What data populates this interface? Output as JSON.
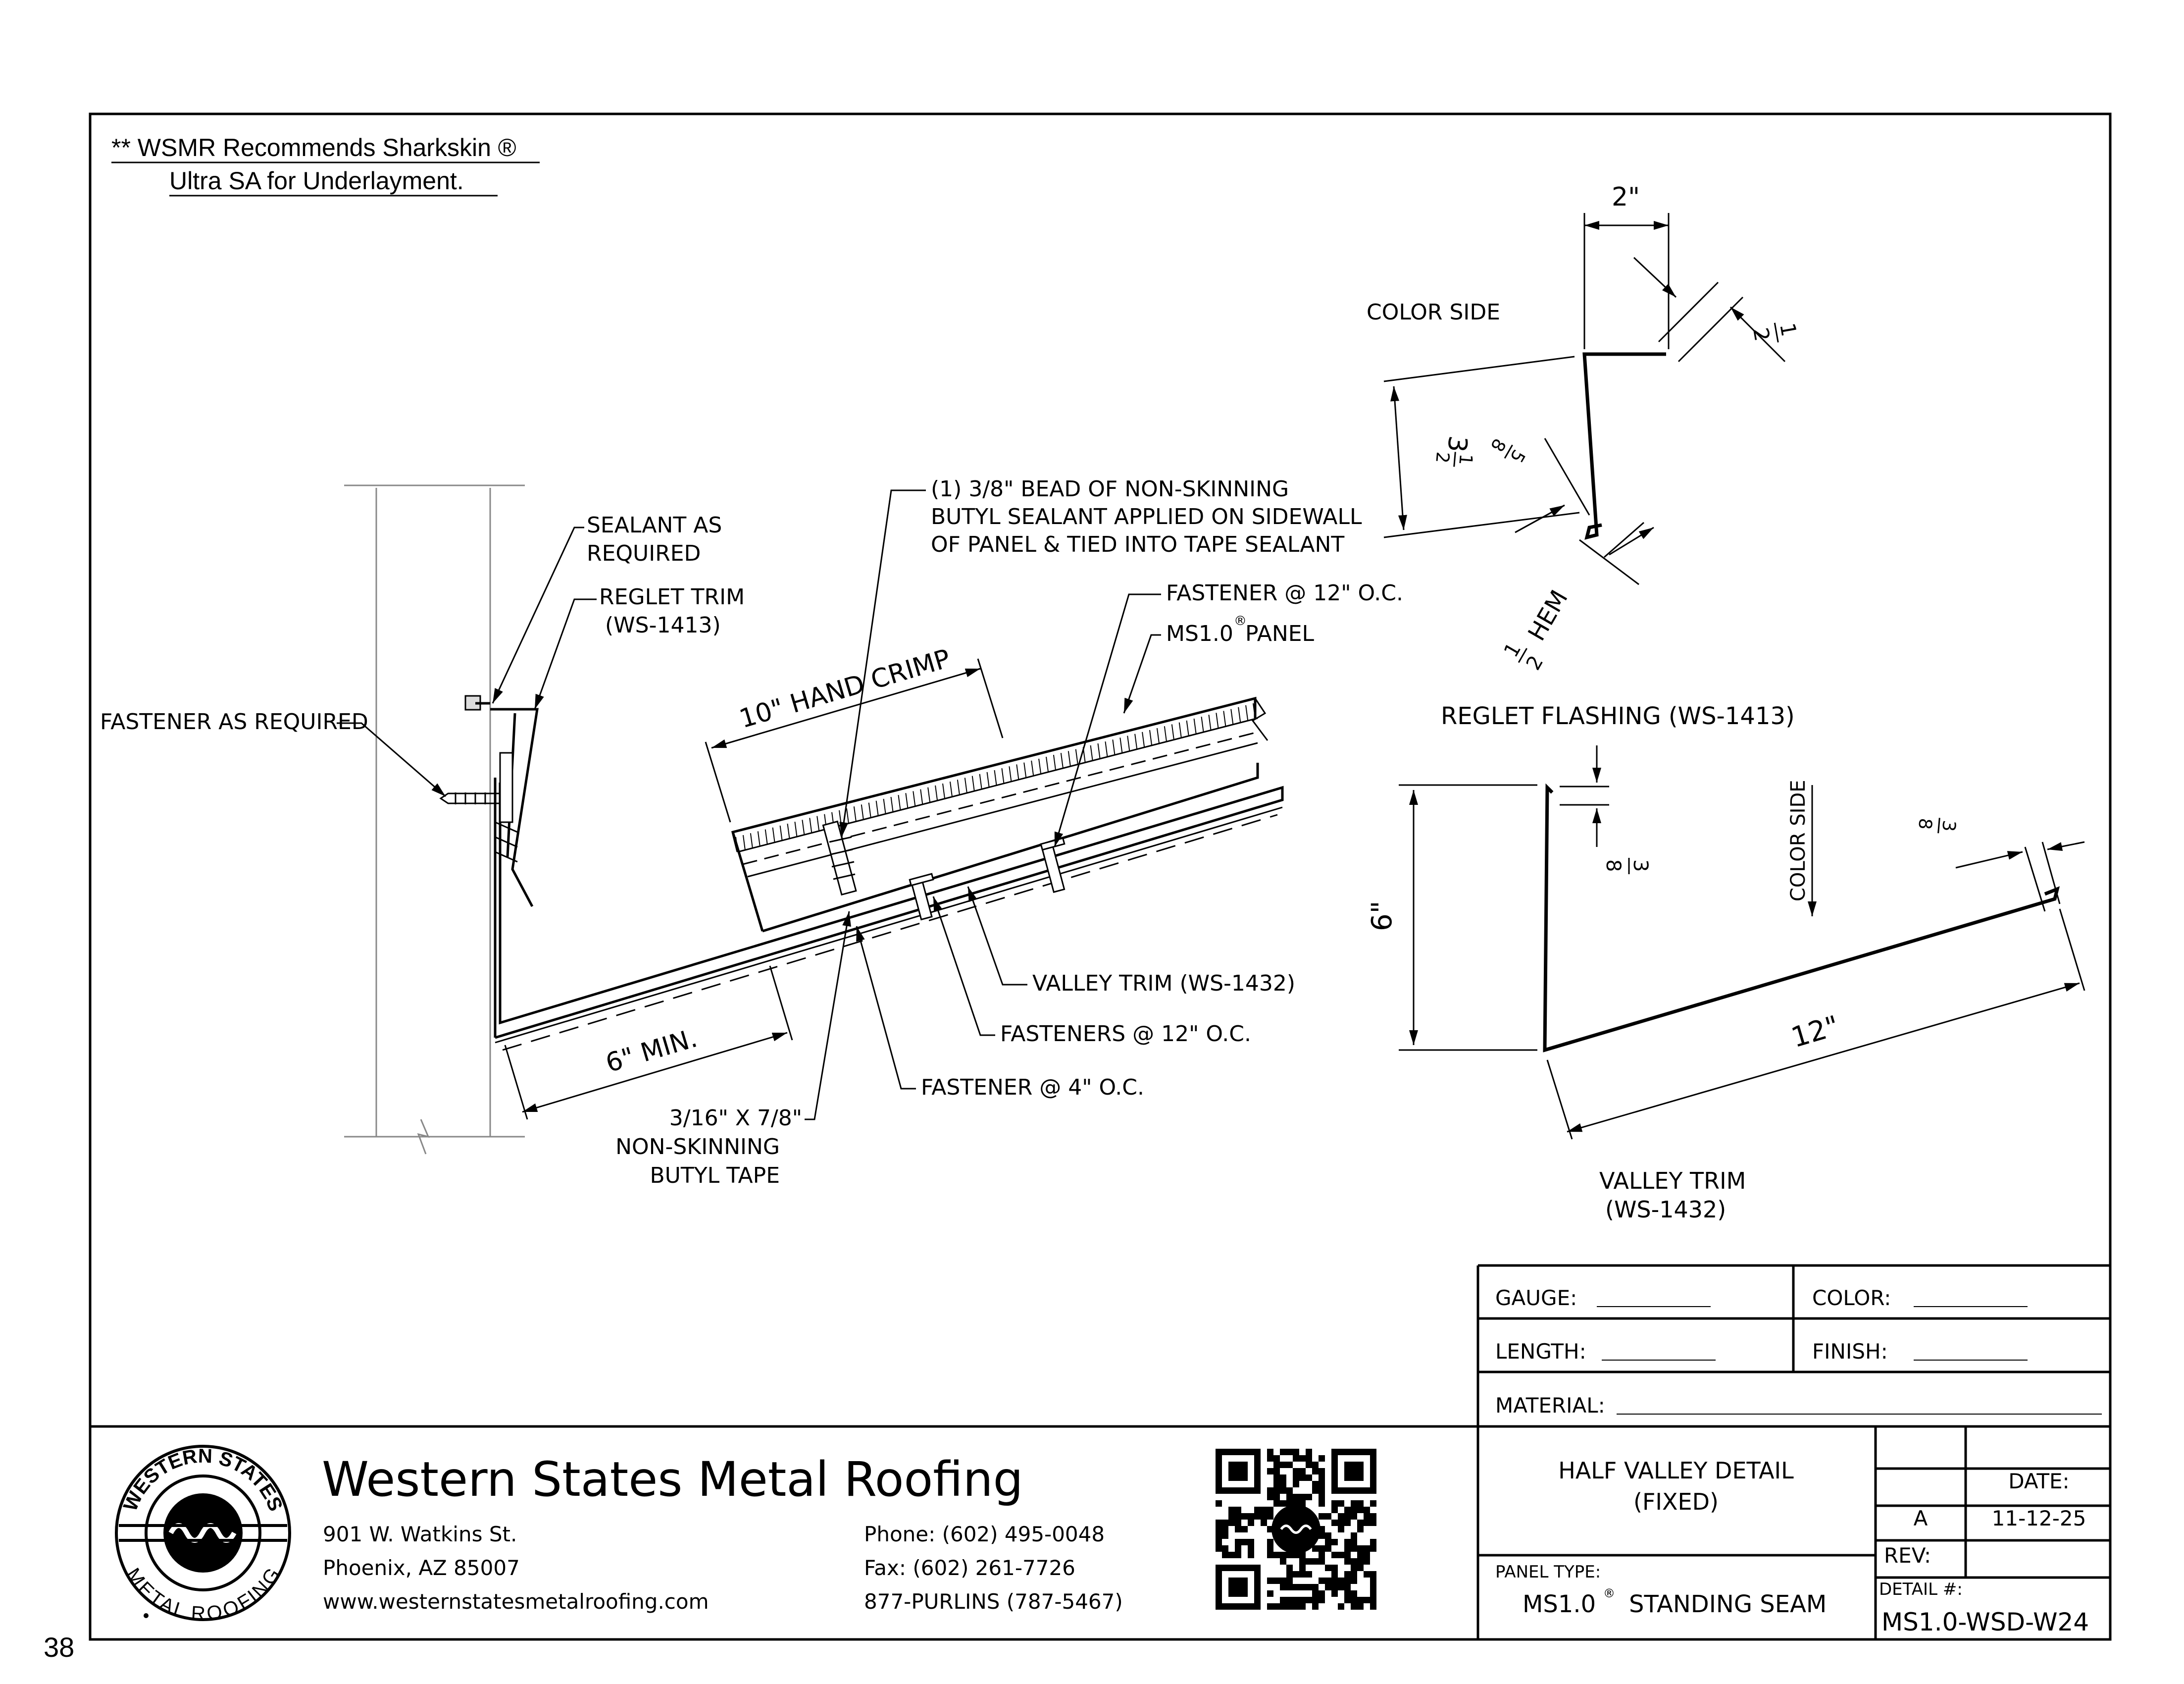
{
  "page_number": "38",
  "note": {
    "line1": "** WSMR Recommends Sharkskin ®",
    "line2": "Ultra SA for Underlayment."
  },
  "main_detail": {
    "labels": {
      "sealant_1": "SEALANT AS",
      "sealant_2": "REQUIRED",
      "reglet_1": "REGLET TRIM",
      "reglet_2": "(WS-1413)",
      "fastener_req": "FASTENER AS REQUIRED",
      "bead_1": "(1) 3/8\" BEAD OF NON-SKINNING",
      "bead_2": "BUTYL SEALANT APPLIED ON SIDEWALL",
      "bead_3": "OF PANEL & TIED INTO TAPE SEALANT",
      "fastener_12": "FASTENER @ 12\" O.C.",
      "panel": "MS1.0",
      "panel_reg": "®",
      "panel_suffix": "PANEL",
      "hand_crimp": "10\" HAND CRIMP",
      "six_min": "6\" MIN.",
      "valley_trim": "VALLEY TRIM (WS-1432)",
      "fasteners_12": "FASTENERS @ 12\" O.C.",
      "fastener_4": "FASTENER @ 4\" O.C.",
      "tape_1": "3/16\" X 7/8\"",
      "tape_2": "NON-SKINNING",
      "tape_3": "BUTYL TAPE"
    }
  },
  "reglet_flashing": {
    "title": "REGLET FLASHING (WS-1413)",
    "color_side": "COLOR SIDE",
    "dim_top": "2\"",
    "dim_half_num": "1",
    "dim_half_den": "2",
    "dim_whole": "3",
    "dim_half2_num": "1",
    "dim_half2_den": "2",
    "dim_58_num": "5",
    "dim_58_den": "8",
    "hem_num": "1",
    "hem_den": "2",
    "hem_text": "HEM"
  },
  "valley_trim": {
    "title_1": "VALLEY TRIM",
    "title_2": "(WS-1432)",
    "color_side": "COLOR SIDE",
    "dim_6": "6\"",
    "dim_12": "12\"",
    "dim_38a_num": "3",
    "dim_38a_den": "8",
    "dim_38b_num": "3",
    "dim_38b_den": "8"
  },
  "spec_block": {
    "gauge": "GAUGE:",
    "color": "COLOR:",
    "length": "LENGTH:",
    "finish": "FINISH:",
    "material": "MATERIAL:"
  },
  "title_block": {
    "company": "Western States Metal Roofing",
    "address_1": "901 W. Watkins St.",
    "address_2": "Phoenix, AZ 85007",
    "website": "www.westernstatesmetalroofing.com",
    "phone": "Phone: (602) 495-0048",
    "fax": "Fax: (602) 261-7726",
    "purlins": "877-PURLINS (787-5467)",
    "logo_top": "WESTERN STATES",
    "logo_bottom": "METAL ROOFING",
    "detail_title_1": "HALF VALLEY DETAIL",
    "detail_title_2": "(FIXED)",
    "panel_type_label": "PANEL TYPE:",
    "panel_type": "MS1.0",
    "panel_type_reg": "®",
    "panel_type_suffix": "STANDING SEAM",
    "date_label": "DATE:",
    "rev_letter": "A",
    "date_value": "11-12-25",
    "rev_label": "REV:",
    "detail_no_label": "DETAIL #:",
    "detail_no": "MS1.0-WSD-W24"
  }
}
